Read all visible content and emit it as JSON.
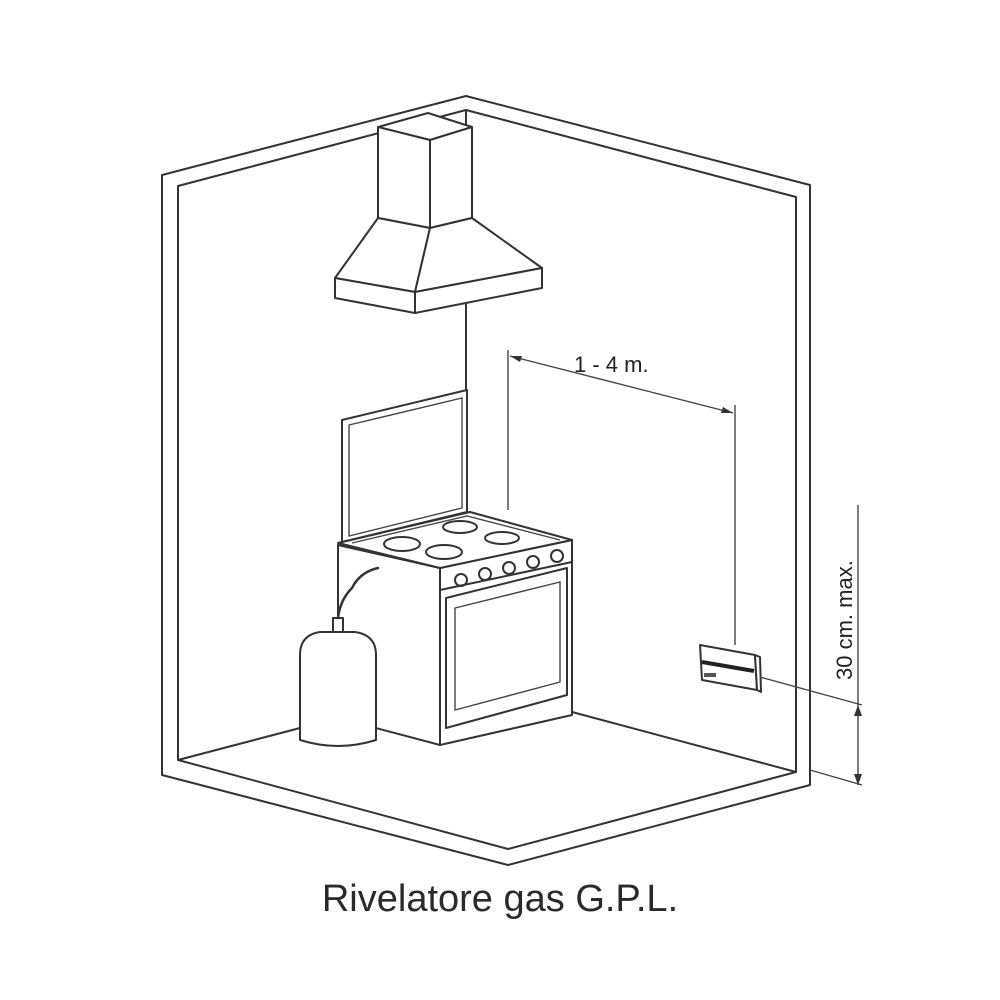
{
  "caption": "Rivelatore gas G.P.L.",
  "dimensions": {
    "horizontal_distance": "1 - 4 m.",
    "height_max": "30 cm. max."
  },
  "colors": {
    "line": "#333333",
    "background": "#ffffff"
  }
}
